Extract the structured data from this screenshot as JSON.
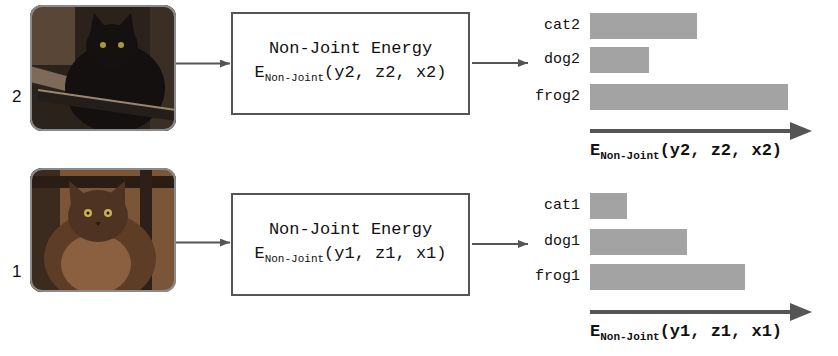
{
  "diagram": {
    "nodes": [
      {
        "text": [
          "2"
        ]
      },
      {
        "text": [
          "Non-Joint Energy",
          "E",
          "Non-Joint",
          "(y2, z2, x2)"
        ]
      },
      {
        "text": [
          "1"
        ]
      },
      {
        "text": [
          "Non-Joint Energy",
          "E",
          "Non-Joint",
          "(y1, z1, x1)"
        ]
      }
    ],
    "edges": [
      {
        "from": 0,
        "to": 1,
        "arrow": "to"
      },
      {
        "from": 2,
        "to": 3,
        "arrow": "to"
      }
    ],
    "labels": [
      "cat2",
      "dog2",
      "frog2",
      "E",
      "Non-Joint",
      "(y2, z2, x2)",
      "cat1",
      "dog1",
      "frog1",
      "E",
      "Non-Joint",
      "(y1, z1, x1)"
    ]
  }
}
